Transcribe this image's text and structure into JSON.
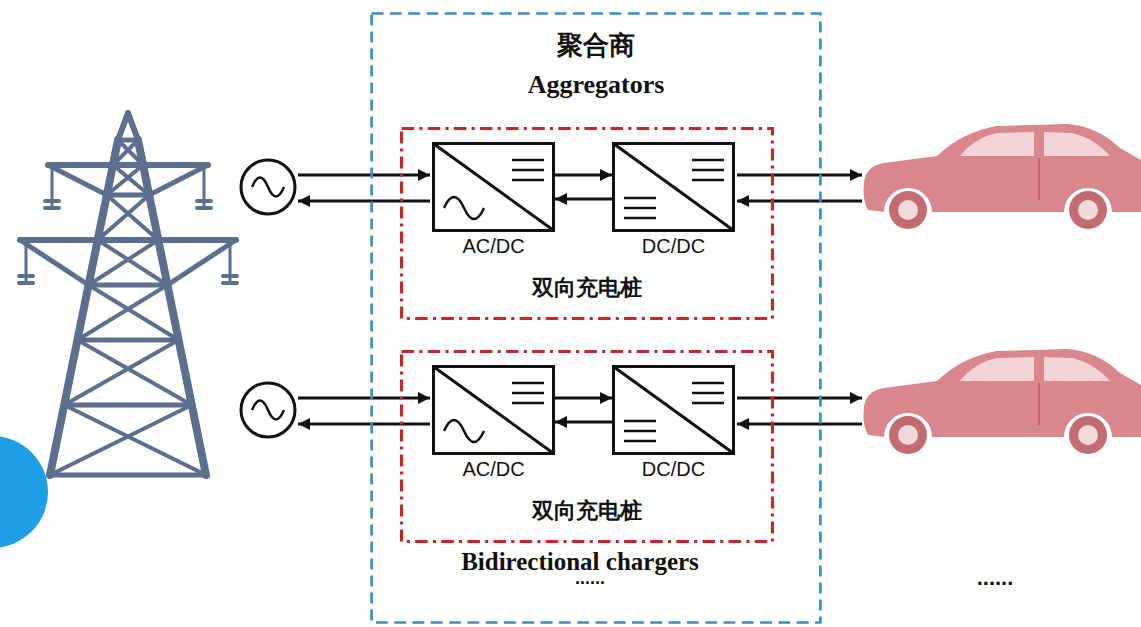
{
  "diagram": {
    "nodes": [
      {
        "text": [
          "聚合商",
          "Aggregators"
        ]
      },
      {
        "text": [
          "双向充电桩"
        ],
        "in": 0
      },
      {
        "text": [
          "AC/DC"
        ],
        "in": 1
      },
      {
        "text": [
          "DC/DC"
        ],
        "in": 1
      },
      {
        "text": [
          "双向充电桩"
        ],
        "in": 0
      },
      {
        "text": [
          "AC/DC"
        ],
        "in": 4
      },
      {
        "text": [
          "DC/DC"
        ],
        "in": 4
      }
    ],
    "edges": [
      {
        "from": 2,
        "to": 3,
        "arrow": "to"
      },
      {
        "from": 3,
        "to": 2,
        "arrow": "to"
      },
      {
        "from": 5,
        "to": 6,
        "arrow": "to"
      },
      {
        "from": 6,
        "to": 5,
        "arrow": "to"
      }
    ],
    "labels": [
      "Bidirectional chargers",
      "......",
      "......"
    ]
  }
}
